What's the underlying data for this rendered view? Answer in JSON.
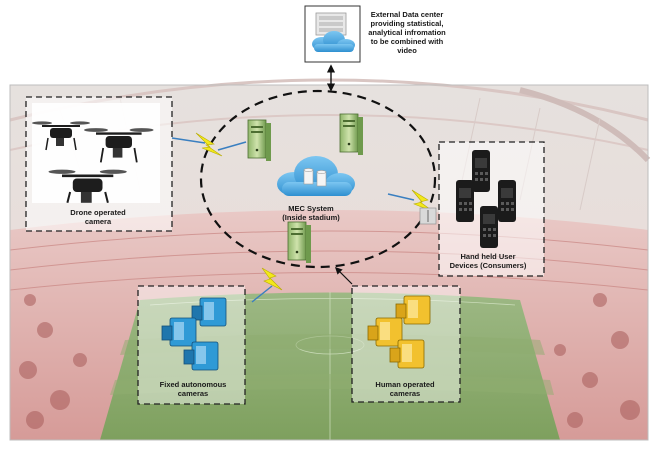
{
  "external_datacenter": {
    "label_lines": [
      "External Data center",
      "providing statistical,",
      "analytical infromation",
      "to be combined with",
      "video"
    ],
    "icon": "server-cloud-icon"
  },
  "mec_system": {
    "label_lines": [
      "MEC System",
      "(Inside stadium)"
    ],
    "icons": [
      "server-icon",
      "server-icon",
      "server-icon",
      "database-cloud-icon"
    ]
  },
  "drone_cameras": {
    "label_lines": [
      "Drone operated",
      "camera"
    ],
    "icon": "drone-icon",
    "count": 3
  },
  "handheld_devices": {
    "label_lines": [
      "Hand held User",
      "Devices (Consumers)"
    ],
    "icon": "mobile-phone-icon",
    "count": 4
  },
  "fixed_cameras": {
    "label_lines": [
      "Fixed autonomous",
      "cameras"
    ],
    "icon": "camera-icon",
    "color": "#2f9ad6",
    "count": 3
  },
  "human_cameras": {
    "label_lines": [
      "Human operated",
      "cameras"
    ],
    "icon": "camera-icon",
    "color": "#f2c12e",
    "count": 3
  },
  "colors": {
    "wireless_link": "#f3e81a",
    "pitch": "#7da05c",
    "stands": "#c96b6b",
    "dashed_border": "#333333"
  },
  "background": "stadium-photo"
}
